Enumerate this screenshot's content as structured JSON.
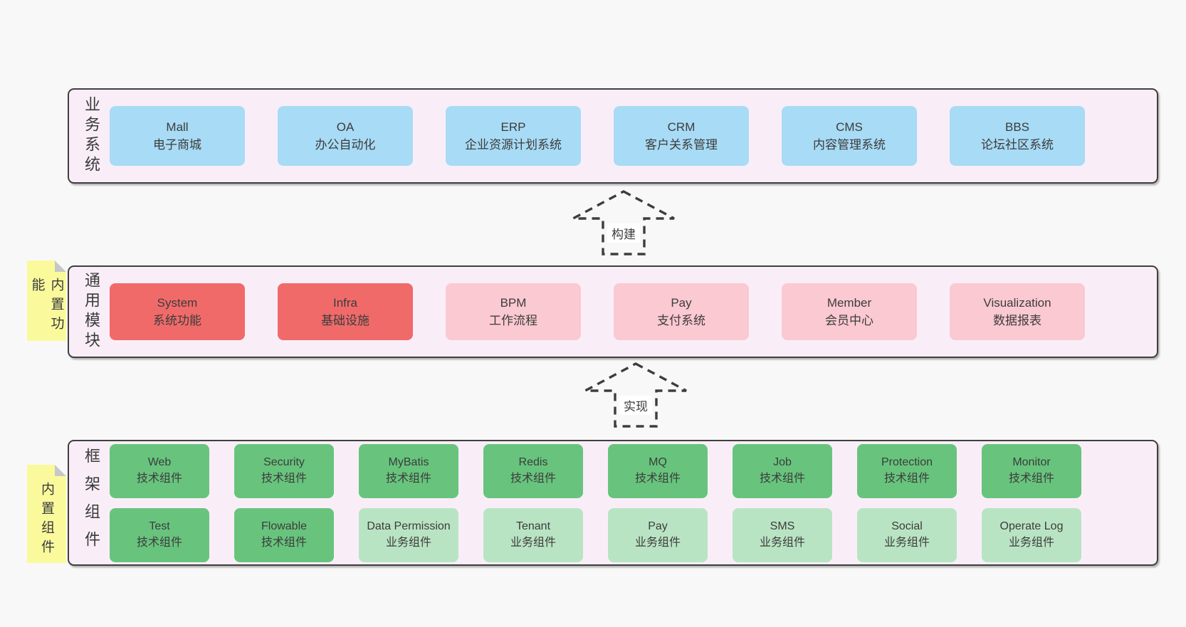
{
  "business": {
    "label": "业务系统",
    "boxes": [
      {
        "en": "Mall",
        "zh": "电子商城"
      },
      {
        "en": "OA",
        "zh": "办公自动化"
      },
      {
        "en": "ERP",
        "zh": "企业资源计划系统"
      },
      {
        "en": "CRM",
        "zh": "客户关系管理"
      },
      {
        "en": "CMS",
        "zh": "内容管理系统"
      },
      {
        "en": "BBS",
        "zh": "论坛社区系统"
      }
    ]
  },
  "arrows": {
    "build": "构建",
    "implement": "实现"
  },
  "modules": {
    "label": "通用模块",
    "sticky": "内置功能",
    "boxes": [
      {
        "en": "System",
        "zh": "系统功能",
        "variant": "red"
      },
      {
        "en": "Infra",
        "zh": "基础设施",
        "variant": "red"
      },
      {
        "en": "BPM",
        "zh": "工作流程",
        "variant": "pink"
      },
      {
        "en": "Pay",
        "zh": "支付系统",
        "variant": "pink"
      },
      {
        "en": "Member",
        "zh": "会员中心",
        "variant": "pink"
      },
      {
        "en": "Visualization",
        "zh": "数据报表",
        "variant": "pink"
      }
    ]
  },
  "components": {
    "label": "框架组件",
    "sticky": "内置组件",
    "row1": [
      {
        "en": "Web",
        "zh": "技术组件",
        "variant": "green"
      },
      {
        "en": "Security",
        "zh": "技术组件",
        "variant": "green"
      },
      {
        "en": "MyBatis",
        "zh": "技术组件",
        "variant": "green"
      },
      {
        "en": "Redis",
        "zh": "技术组件",
        "variant": "green"
      },
      {
        "en": "MQ",
        "zh": "技术组件",
        "variant": "green"
      },
      {
        "en": "Job",
        "zh": "技术组件",
        "variant": "green"
      },
      {
        "en": "Protection",
        "zh": "技术组件",
        "variant": "green"
      },
      {
        "en": "Monitor",
        "zh": "技术组件",
        "variant": "green"
      }
    ],
    "row2": [
      {
        "en": "Test",
        "zh": "技术组件",
        "variant": "green"
      },
      {
        "en": "Flowable",
        "zh": "技术组件",
        "variant": "green"
      },
      {
        "en": "Data Permission",
        "zh": "业务组件",
        "variant": "lightgreen"
      },
      {
        "en": "Tenant",
        "zh": "业务组件",
        "variant": "lightgreen"
      },
      {
        "en": "Pay",
        "zh": "业务组件",
        "variant": "lightgreen"
      },
      {
        "en": "SMS",
        "zh": "业务组件",
        "variant": "lightgreen"
      },
      {
        "en": "Social",
        "zh": "业务组件",
        "variant": "lightgreen"
      },
      {
        "en": "Operate Log",
        "zh": "业务组件",
        "variant": "lightgreen"
      }
    ]
  },
  "colors": {
    "page_bg": "#f8f8f8",
    "panel_bg": "#f9eef8",
    "panel_border": "#3f3f3f",
    "blue_box": "#a8dbf5",
    "red_box": "#f16a6a",
    "pink_box": "#fbc9d2",
    "green_box": "#68c47d",
    "light_green_box": "#b9e4c3",
    "sticky_yellow": "#fafa9d",
    "text": "#3c3c3c"
  }
}
